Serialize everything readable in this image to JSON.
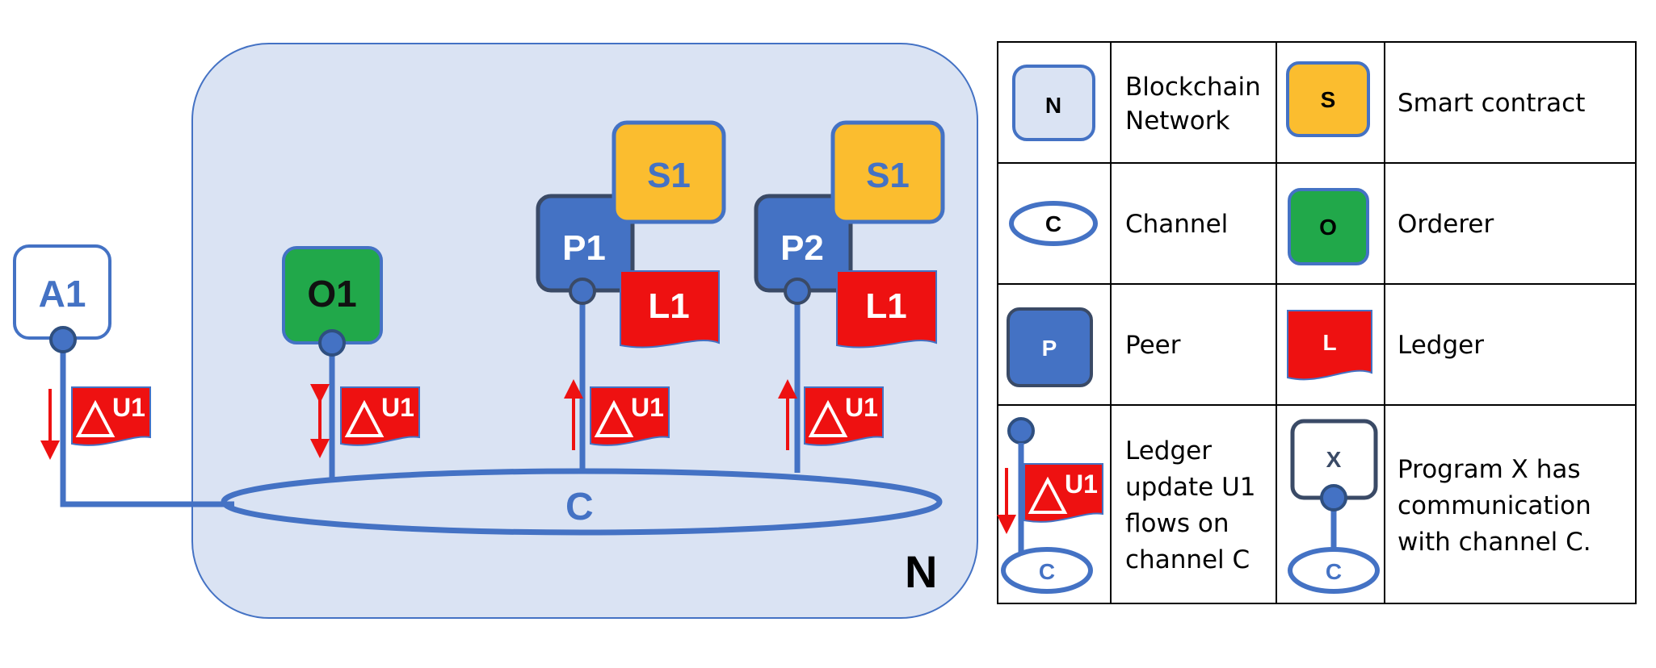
{
  "colors": {
    "network_fill": "#dae3f3",
    "outline_blue": "#4472c4",
    "smart_contract": "#fbbd2f",
    "orderer": "#21a84a",
    "peer": "#4472c4",
    "peer_border": "#3a4a66",
    "ledger": "#ee1111",
    "update_arrow": "#ee1111"
  },
  "diagram": {
    "network_label": "N",
    "channel_label": "C",
    "app_label": "A1",
    "orderer_label": "O1",
    "peers": [
      {
        "label": "P1",
        "contract": "S1",
        "ledger": "L1"
      },
      {
        "label": "P2",
        "contract": "S1",
        "ledger": "L1"
      }
    ],
    "update_label": "U1"
  },
  "legend": {
    "network": {
      "symbol": "N",
      "text_lines": [
        "Blockchain",
        "Network"
      ]
    },
    "smart_contract": {
      "symbol": "S",
      "text_lines": [
        "Smart contract"
      ]
    },
    "channel": {
      "symbol": "C",
      "text_lines": [
        "Channel"
      ]
    },
    "orderer": {
      "symbol": "O",
      "text_lines": [
        "Orderer"
      ]
    },
    "peer": {
      "symbol": "P",
      "text_lines": [
        "Peer"
      ]
    },
    "ledger": {
      "symbol": "L",
      "text_lines": [
        "Ledger"
      ]
    },
    "update": {
      "symbol_update": "U1",
      "symbol_channel": "C",
      "text_lines": [
        "Ledger",
        "update U1",
        "flows on",
        "channel C"
      ]
    },
    "program": {
      "symbol_program": "X",
      "symbol_channel": "C",
      "text_lines": [
        "Program X has",
        "communication",
        "with channel C."
      ]
    }
  }
}
